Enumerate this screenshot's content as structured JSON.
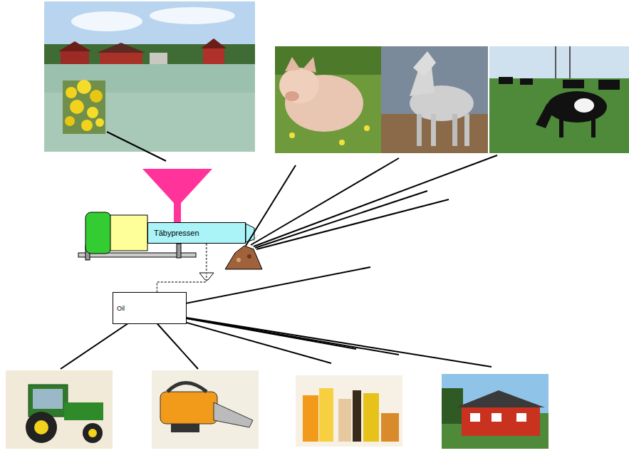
{
  "diagram": {
    "nodes": [
      {
        "text": [
          "Täbypressen"
        ]
      },
      {
        "text": [
          "Oil"
        ]
      }
    ],
    "edges": [
      {
        "from": 0,
        "to": 1,
        "arrow": "none"
      }
    ]
  }
}
